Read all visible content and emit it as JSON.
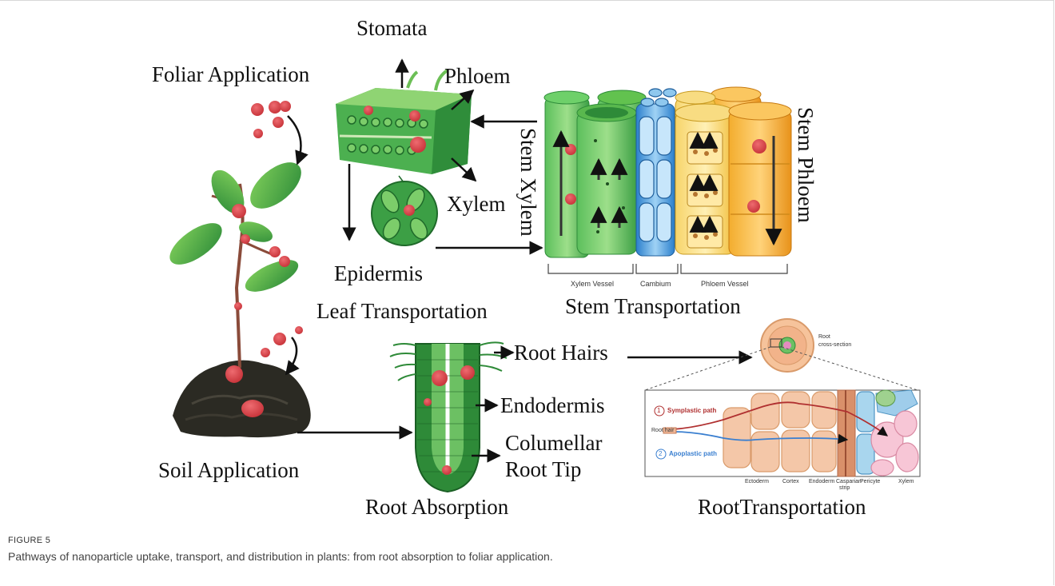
{
  "labels": {
    "foliar_application": "Foliar Application",
    "stomata": "Stomata",
    "phloem": "Phloem",
    "xylem": "Xylem",
    "epidermis": "Epidermis",
    "leaf_transportation": "Leaf Transportation",
    "stem_xylem": "Stem Xylem",
    "stem_phloem": "Stem Phloem",
    "xylem_vessel": "Xylem Vessel",
    "cambium": "Cambium",
    "phloem_vessel": "Phloem Vessel",
    "stem_transportation": "Stem Transportation",
    "root_hairs": "Root Hairs",
    "endodermis": "Endodermis",
    "columellar": "Columellar",
    "root_tip": "Root Tip",
    "root_absorption": "Root Absorption",
    "soil_application": "Soil Application",
    "root_transportation": "RootTransportation",
    "root_cross_section_1": "Root",
    "root_cross_section_2": "cross-section",
    "symplastic_path": "Symplastic path",
    "apoplastic_path": "Apoplastic path",
    "symplastic_num": "1",
    "apoplastic_num": "2",
    "root_hair": "Root hair",
    "ectoderm": "Ectoderm",
    "cortex": "Cortex",
    "endoderm": "Endoderm",
    "casparian_1": "Casparian",
    "casparian_2": "strip",
    "pericyte": "Pericyte",
    "xylem_small": "Xylem"
  },
  "caption": {
    "figure_label": "FIGURE 5",
    "text": "Pathways of nanoparticle uptake, transport, and distribution in plants: from root absorption to foliar application."
  },
  "colors": {
    "nanoparticle": "#d9434a",
    "leaf_green": "#3aa54a",
    "dark_green": "#1f7a2e",
    "cambium_blue": "#3b8fd6",
    "phloem_yellow": "#f5c542",
    "phloem_orange": "#f0a020",
    "soil": "#2a2a24",
    "symplastic": "#b03030",
    "apoplastic": "#3a7fd0"
  }
}
